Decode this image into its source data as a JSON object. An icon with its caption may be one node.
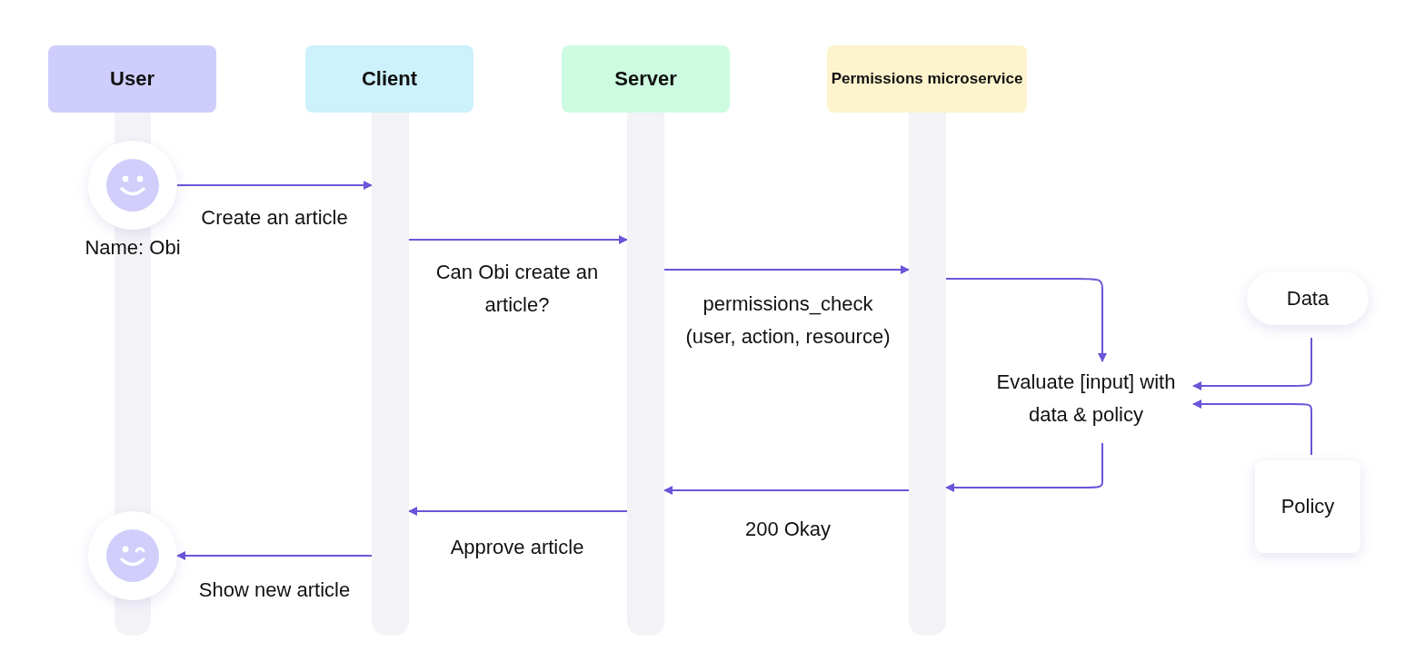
{
  "diagram": {
    "nodes": [
      {
        "text": [
          "User"
        ]
      },
      {
        "text": [
          "Client"
        ]
      },
      {
        "text": [
          "Server"
        ]
      },
      {
        "text": [
          "Permissions microservice"
        ]
      },
      {
        "text": [],
        "shape": "bar"
      },
      {
        "text": [],
        "shape": "bar"
      },
      {
        "text": [],
        "shape": "bar"
      },
      {
        "text": [],
        "shape": "bar"
      },
      {
        "text": [],
        "shape": "circle",
        "beside": [
          "Name: Obi"
        ]
      },
      {
        "text": [
          "Evaluate [input] with data & policy"
        ]
      },
      {
        "text": [
          "Data"
        ]
      },
      {
        "text": [
          "Policy"
        ]
      },
      {
        "text": [],
        "shape": "circle"
      }
    ],
    "edges": [
      {
        "from": 8,
        "to": 5,
        "arrow": "to",
        "label": "Create an article"
      },
      {
        "from": 5,
        "to": 6,
        "arrow": "to",
        "label": "Can Obi create an article?"
      },
      {
        "from": 6,
        "to": 7,
        "arrow": "to",
        "label": "permissions_check (user, action, resource)"
      },
      {
        "from": 7,
        "to": 9,
        "arrow": "to"
      },
      {
        "from": 10,
        "to": 9,
        "arrow": "to"
      },
      {
        "from": 11,
        "to": 9,
        "arrow": "to"
      },
      {
        "from": 9,
        "to": 7,
        "arrow": "to"
      },
      {
        "from": 7,
        "to": 6,
        "arrow": "to",
        "label": "200 Okay"
      },
      {
        "from": 6,
        "to": 5,
        "arrow": "to",
        "label": "Approve article"
      },
      {
        "from": 5,
        "to": 12,
        "arrow": "to",
        "label": "Show new article"
      }
    ]
  }
}
